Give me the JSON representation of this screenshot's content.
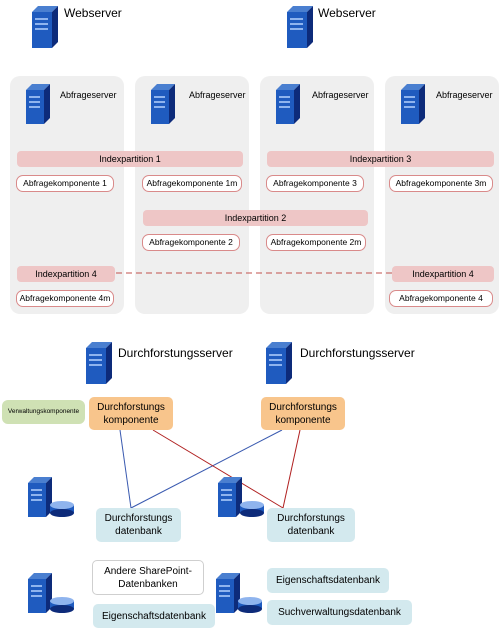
{
  "webserver_label": "Webserver",
  "query_server_label": "Abfrageserver",
  "partitions": {
    "p1": "Indexpartition 1",
    "p2": "Indexpartition 2",
    "p3": "Indexpartition 3",
    "p4": "Indexpartition 4"
  },
  "components": {
    "c1": "Abfragekomponente 1",
    "c1m": "Abfragekomponente 1m",
    "c2": "Abfragekomponente 2",
    "c2m": "Abfragekomponente 2m",
    "c3": "Abfragekomponente 3",
    "c3m": "Abfragekomponente 3m",
    "c4": "Abfragekomponente 4",
    "c4m": "Abfragekomponente 4m"
  },
  "crawl_server_label": "Durchforstungsserver",
  "crawl_component": [
    "Durchforstungs",
    "komponente"
  ],
  "admin_component": "Verwaltungskomponente",
  "crawl_db": [
    "Durchforstungs",
    "datenbank"
  ],
  "other_dbs": [
    "Andere SharePoint-",
    "Datenbanken"
  ],
  "property_db": "Eigenschaftsdatenbank",
  "search_admin_db": "Suchverwaltungsdatenbank",
  "colors": {
    "partition": "#eec6c6",
    "component_border": "#d98a8a",
    "crawl_component": "#f8c58c",
    "admin_component": "#cfe1b4",
    "database": "#d3e9ee",
    "line_blue": "#3a5ab0",
    "line_red": "#b02020",
    "dashed_line": "#c0504d"
  }
}
